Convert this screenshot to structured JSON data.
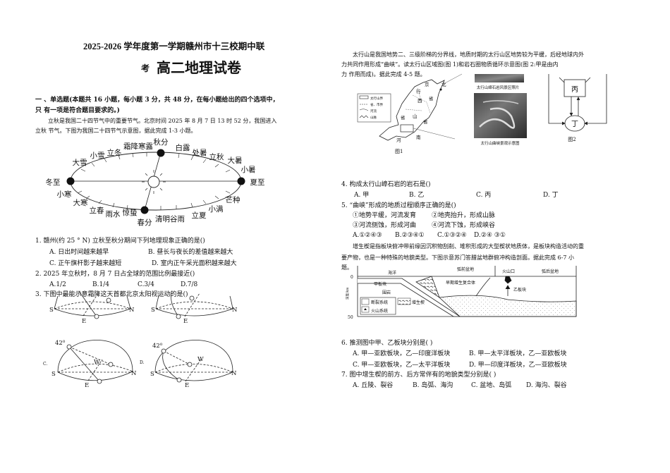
{
  "header": {
    "title_line1": "2025-2026 学年度第一学期赣州市十三校期中联",
    "title_line2_prefix": "考",
    "title_line2": "高二地理试卷"
  },
  "section1": {
    "heading_line1": "一 、单选题(本题共 16 小题，每小题 3 分，共 48 分，在每小题给出的四个选项中，",
    "heading_line2": "只 有一项是符合题目要求的。)",
    "intro_line1": "立秋是我国二十四节气中的重要节气。北京时间 2025 年 8 月 7 日 13 时 52 分，我国进入",
    "intro_line2": "立秋 节气。下图为我国二十四节气示意图，据此完成 1-3 小题。"
  },
  "solar_terms": {
    "autumn_equinox": "秋分",
    "bailu": "白露",
    "chushu": "处暑",
    "liqiu": "立秋",
    "dashu": "大暑",
    "xiaoshu": "小暑",
    "summer_solstice": "夏至",
    "mangzhong": "芒种",
    "xiaoman": "小满",
    "lixia": "立夏",
    "qingming_guyu": "清明谷雨",
    "spring_equinox": "春分",
    "jingzhe": "惊蛰",
    "yushui": "雨水",
    "lichun": "立春",
    "dahan": "大寒",
    "xiaohan": "小寒",
    "winter_solstice": "冬至",
    "daxue": "大雪",
    "xiaoxue": "小雪",
    "lidong": "立冬",
    "shuangjiang_hanlu": "霜降寒露"
  },
  "questions_left": [
    {
      "stem": "1.  赣州(约 25 ° N) 立秋至秋分期间下列地理现象正确的是()",
      "options": [
        "A.  日出时间越来越早",
        "B.   昼长与夜长的差值越来越大",
        "C.  正午旗杆影子越来越短",
        "D.  室内正午采光面积越来越大"
      ]
    },
    {
      "stem": "2. 2025 年立秋时，8 月 7 日占全球的范围比例最接近()",
      "options": [
        "A.1/2",
        "B.1/4",
        "C.3/4",
        "D.7/8"
      ]
    },
    {
      "stem": "3. 下图中最能示意霜降这天首都北京太阳视运动的是()",
      "options": []
    }
  ],
  "sun_path": {
    "angle_label": "42⁰",
    "s": "S",
    "n": "N",
    "e": "E",
    "w": "W",
    "c_label": "C.",
    "d_label": "D."
  },
  "section_right": {
    "intro_line1": "太行山是我国地势二、三级阶梯的分界线，地质时期的太行山区地势较为平缓，后经地球内外",
    "intro_line2": "力共同作用形成“曲峡”。读太行山区域图(图 1)和岩石圈物质循环示意图(图 2:甲是由内",
    "intro_line3": "力 作用而成)。据此完成 4-5 题。"
  },
  "figure1": {
    "legend": [
      "太行山界",
      "省、市界",
      "河流",
      "山脉"
    ],
    "map_labels": [
      "北",
      "京",
      "行",
      "西",
      "省",
      "山",
      "省",
      "河",
      "南",
      "省"
    ],
    "photo1_caption": "太行山嶂石岩风景区照片",
    "photo2_caption": "太行山曲峡景观示意图",
    "caption": "图1"
  },
  "figure2": {
    "bing": "丙",
    "ding": "丁",
    "caption": "图2"
  },
  "questions_right": [
    {
      "stem": "4.   构成太行山嶂石岩的岩石是()",
      "options": [
        "A.  甲",
        "B.  乙",
        "C.  丙",
        "D.  丁"
      ]
    },
    {
      "stem": "5.   “曲峡”形成的地质过程顺序正确的是()",
      "steps": [
        "①地势平缓，河流发育",
        "②地壳抬升，形成山脉",
        "③河流侧蚀，形成河曲",
        "④河流下蚀，形成峡谷"
      ],
      "options": [
        "A.①②④③",
        "B.②③④①",
        "C.①③②④",
        "D.②④ ③①"
      ]
    }
  ],
  "accretion_intro": {
    "line1": "增生楔是指板块俯冲带前缘因沉积物刮削、堆积形成的大型楔状地质体，是板块构造活动的重",
    "line2": "要产物，也是一种特殊的地貌类型。下图示意苏门答腊盆地群俯冲构造剖面。据此完成 6-7 小",
    "line3": "题。"
  },
  "geology_figure": {
    "ocean": "海洋",
    "forearc_basin": "弧前盆地",
    "crater": "火山口",
    "backarc_basin": "弧后盆地",
    "plate_jia": "甲板块",
    "wall_rock": "围岩",
    "early_complex": "早期增生复合体",
    "plate_yi": "乙板块",
    "depth_label": "深度/km",
    "depth_0": "0",
    "depth_50": "50",
    "legend_fault": "断裂系统",
    "legend_wedge": "增生楔",
    "legend_volcano": "火山系统"
  },
  "questions_right2": [
    {
      "stem": "6.   推测图中甲、乙板块分别是(     )",
      "options": [
        "A.  甲—亚欧板块，乙—印度洋板块",
        "B.  甲—太平洋板块，乙—亚欧板块",
        "C.  甲—亚欧板块，乙—太平洋板块",
        "D.  甲—印度洋板块，乙—亚欧板块"
      ]
    },
    {
      "stem": "7.   图中增生楔的前方、后方常伴有的地貌类型分别是(     )",
      "options": [
        "A.  丘陵、裂谷",
        "B.  岛弧、海沟",
        "C.  盆地、岛弧",
        "D.  海沟、裂谷"
      ]
    }
  ]
}
